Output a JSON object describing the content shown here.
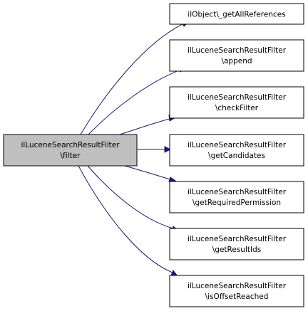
{
  "graph": {
    "source": {
      "line1": "ilLuceneSearchResultFilter",
      "line2": "\\filter",
      "fill": "#bfbfbf"
    },
    "targets": [
      {
        "id": "getAllReferences",
        "line1": "ilObject\\_getAllReferences",
        "line2": ""
      },
      {
        "id": "append",
        "line1": "ilLuceneSearchResultFilter",
        "line2": "\\append"
      },
      {
        "id": "checkFilter",
        "line1": "ilLuceneSearchResultFilter",
        "line2": "\\checkFilter"
      },
      {
        "id": "getCandidates",
        "line1": "ilLuceneSearchResultFilter",
        "line2": "\\getCandidates"
      },
      {
        "id": "getRequiredPermission",
        "line1": "ilLuceneSearchResultFilter",
        "line2": "\\getRequiredPermission"
      },
      {
        "id": "getResultIds",
        "line1": "ilLuceneSearchResultFilter",
        "line2": "\\getResultIds"
      },
      {
        "id": "isOffsetReached",
        "line1": "ilLuceneSearchResultFilter",
        "line2": "\\isOffsetReached"
      }
    ],
    "node_fill": "#ffffff",
    "edge_color": "#191970"
  }
}
